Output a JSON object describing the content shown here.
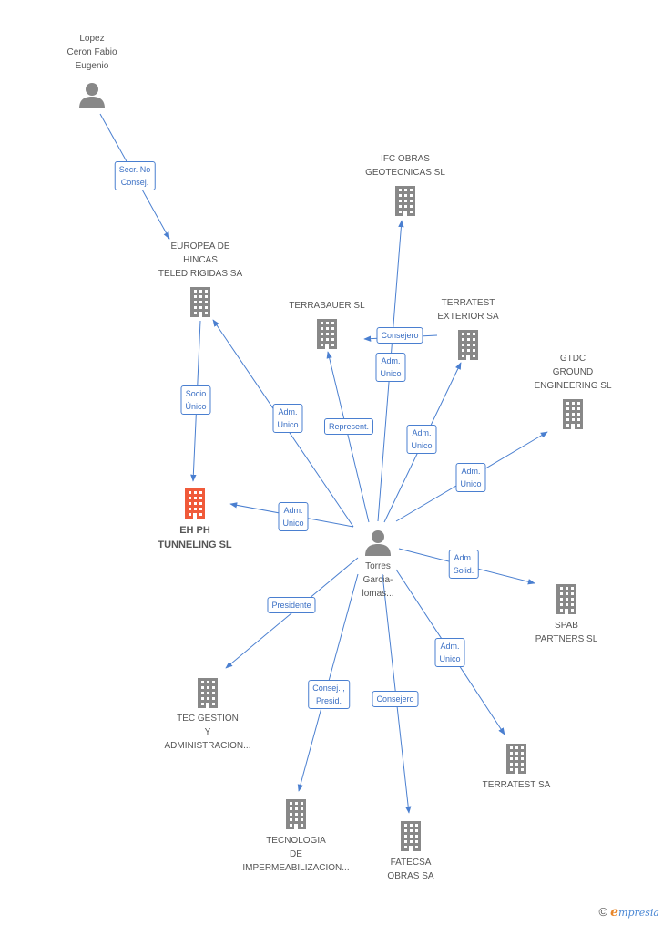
{
  "colors": {
    "edge": "#4a7fd0",
    "node": "#888888",
    "focus": "#f05a3a",
    "label": "#555555"
  },
  "nodes": [
    {
      "id": "lopez",
      "kind": "person",
      "label": [
        "Lopez",
        "Ceron Fabio",
        "Eugenio"
      ]
    },
    {
      "id": "europea",
      "kind": "company",
      "label": [
        "EUROPEA DE",
        "HINCAS",
        "TELEDIRIGIDAS SA"
      ]
    },
    {
      "id": "ehph",
      "kind": "company",
      "focus": true,
      "label": [
        "EH PH",
        "TUNNELING SL"
      ]
    },
    {
      "id": "ifc",
      "kind": "company",
      "label": [
        "IFC OBRAS",
        "GEOTECNICAS SL"
      ]
    },
    {
      "id": "terrabauer",
      "kind": "company",
      "label": [
        "TERRABAUER SL"
      ]
    },
    {
      "id": "terratest_ext",
      "kind": "company",
      "label": [
        "TERRATEST",
        "EXTERIOR SA"
      ]
    },
    {
      "id": "gtdc",
      "kind": "company",
      "label": [
        "GTDC",
        "GROUND",
        "ENGINEERING SL"
      ]
    },
    {
      "id": "torres",
      "kind": "person",
      "label": [
        "Torres",
        "Garcia-",
        "lomas..."
      ]
    },
    {
      "id": "spab",
      "kind": "company",
      "label": [
        "SPAB",
        "PARTNERS SL"
      ]
    },
    {
      "id": "tec_gestion",
      "kind": "company",
      "label": [
        "TEC GESTION",
        "Y",
        "ADMINISTRACION..."
      ]
    },
    {
      "id": "terratest_sa",
      "kind": "company",
      "label": [
        "TERRATEST SA"
      ]
    },
    {
      "id": "tecnologia",
      "kind": "company",
      "label": [
        "TECNOLOGIA",
        "DE",
        "IMPERMEABILIZACION..."
      ]
    },
    {
      "id": "fatecsa",
      "kind": "company",
      "label": [
        "FATECSA",
        "OBRAS SA"
      ]
    }
  ],
  "edges": [
    {
      "from": "lopez",
      "to": "europea",
      "label": [
        "Secr. No",
        "Consej."
      ]
    },
    {
      "from": "europea",
      "to": "ehph",
      "label": [
        "Socio",
        "Único"
      ]
    },
    {
      "from": "torres",
      "to": "europea",
      "label": [
        "Adm.",
        "Unico"
      ]
    },
    {
      "from": "torres",
      "to": "ehph",
      "label": [
        "Adm.",
        "Unico"
      ]
    },
    {
      "from": "torres",
      "to": "terrabauer",
      "label": [
        "Represent."
      ]
    },
    {
      "from": "torres",
      "to": "ifc",
      "label": [
        "Adm.",
        "Unico"
      ]
    },
    {
      "from": "terratest_ext",
      "to": "terrabauer",
      "label": [
        "Consejero"
      ]
    },
    {
      "from": "torres",
      "to": "terratest_ext",
      "label": [
        "Adm.",
        "Unico"
      ]
    },
    {
      "from": "torres",
      "to": "gtdc",
      "label": [
        "Adm.",
        "Unico"
      ]
    },
    {
      "from": "torres",
      "to": "spab",
      "label": [
        "Adm.",
        "Solid."
      ]
    },
    {
      "from": "torres",
      "to": "tec_gestion",
      "label": [
        "Presidente"
      ]
    },
    {
      "from": "torres",
      "to": "terratest_sa",
      "label": [
        "Adm.",
        "Unico"
      ]
    },
    {
      "from": "torres",
      "to": "tecnologia",
      "label": [
        "Consej. ,",
        "Presid."
      ]
    },
    {
      "from": "torres",
      "to": "fatecsa",
      "label": [
        "Consejero"
      ]
    }
  ],
  "footer": {
    "copyright": "©",
    "brand_initial": "e",
    "brand_rest": "mpresia"
  }
}
